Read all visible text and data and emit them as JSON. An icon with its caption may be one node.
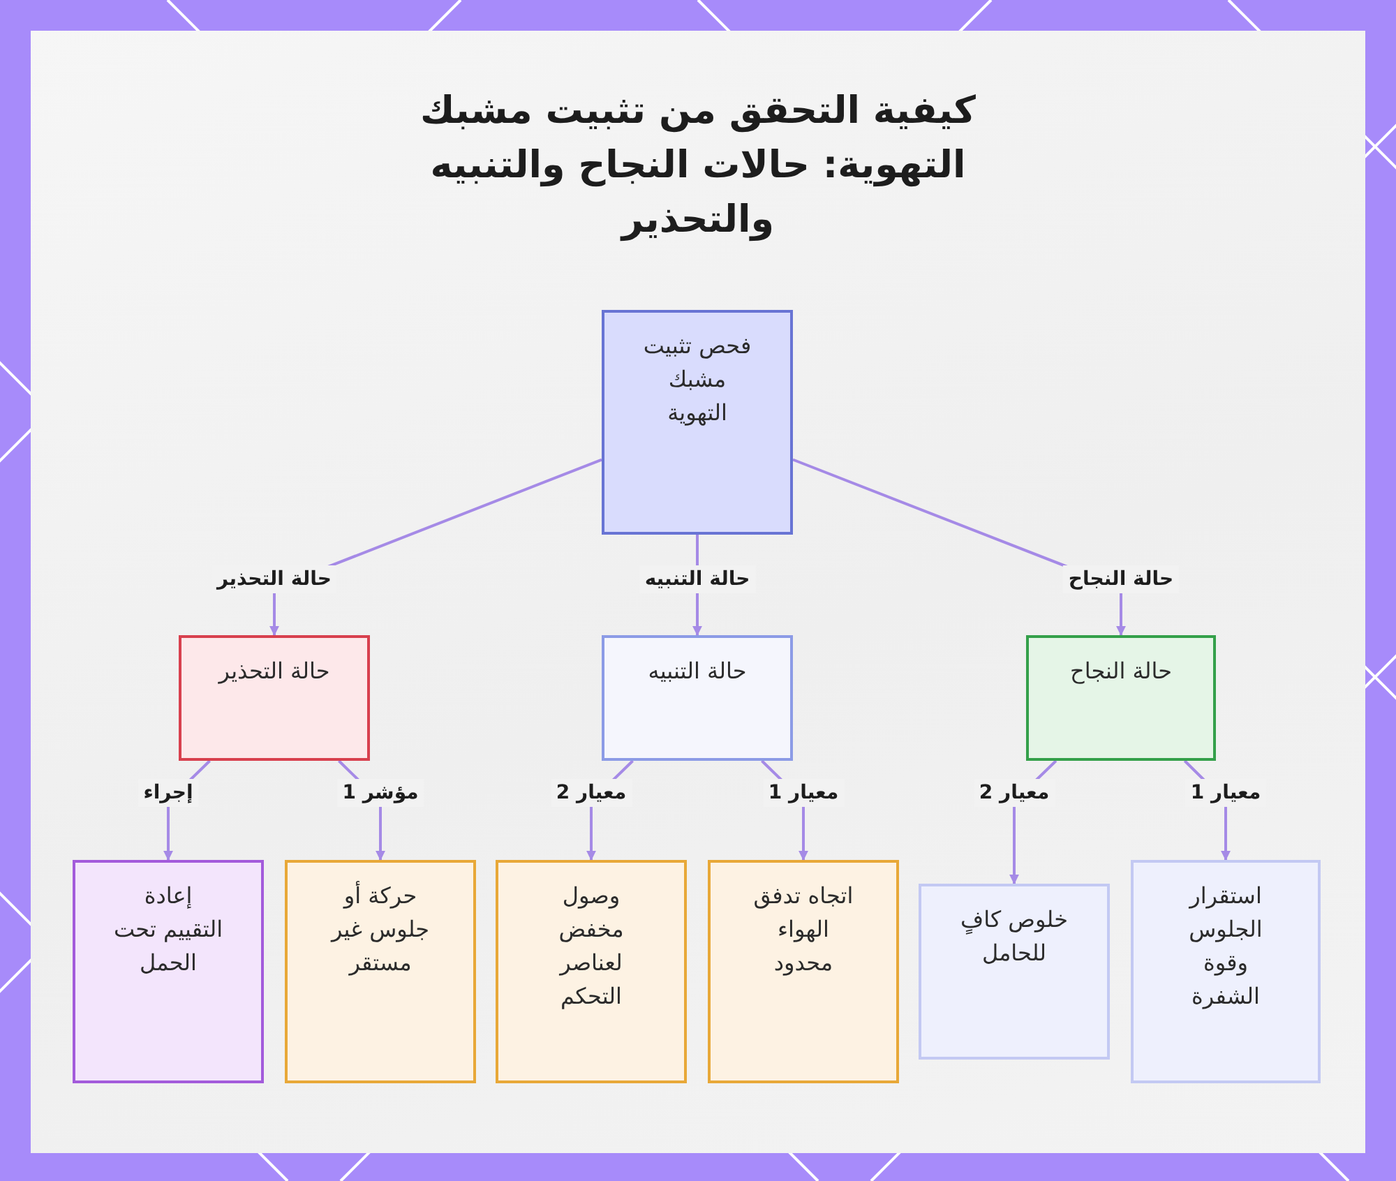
{
  "diagram": {
    "title": "كيفية التحقق من تثبيت مشبك التهوية: حالات النجاح والتنبيه والتحذير",
    "nodes": [
      {
        "text": [
          "فحص تثبيت مشبك التهوية"
        ]
      },
      {
        "text": [
          "حالة النجاح"
        ]
      },
      {
        "text": [
          "حالة التنبيه"
        ]
      },
      {
        "text": [
          "حالة التحذير"
        ]
      },
      {
        "text": [
          "استقرار الجلوس وقوة الشفرة"
        ]
      },
      {
        "text": [
          "خلوص كافٍ للحامل"
        ]
      },
      {
        "text": [
          "اتجاه تدفق الهواء محدود"
        ]
      },
      {
        "text": [
          "وصول مخفض لعناصر التحكم"
        ]
      },
      {
        "text": [
          "حركة أو جلوس غير مستقر"
        ]
      },
      {
        "text": [
          "إعادة التقييم تحت الحمل"
        ]
      }
    ],
    "edges": [
      {
        "from": 0,
        "to": 1,
        "arrow": "to",
        "label": "حالة النجاح"
      },
      {
        "from": 0,
        "to": 2,
        "arrow": "to",
        "label": "حالة التنبيه"
      },
      {
        "from": 0,
        "to": 3,
        "arrow": "to",
        "label": "حالة التحذير"
      },
      {
        "from": 1,
        "to": 4,
        "arrow": "to",
        "label": "معيار 1"
      },
      {
        "from": 1,
        "to": 5,
        "arrow": "to",
        "label": "معيار 2"
      },
      {
        "from": 2,
        "to": 6,
        "arrow": "to",
        "label": "معيار 1"
      },
      {
        "from": 2,
        "to": 7,
        "arrow": "to",
        "label": "معيار 2"
      },
      {
        "from": 3,
        "to": 8,
        "arrow": "to",
        "label": "مؤشر 1"
      },
      {
        "from": 3,
        "to": 9,
        "arrow": "to",
        "label": "إجراء"
      }
    ]
  }
}
